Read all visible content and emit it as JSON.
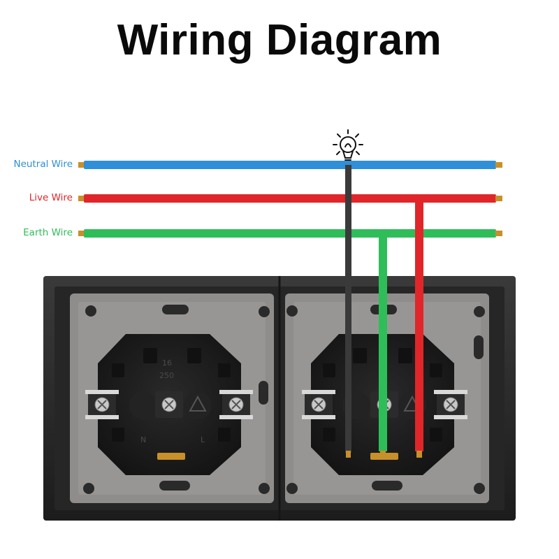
{
  "title": "Wiring Diagram",
  "wires": [
    {
      "id": "neutral",
      "label": "Neutral Wire",
      "color": "#2f8fd8"
    },
    {
      "id": "live",
      "label": "Live Wire",
      "color": "#e0262a"
    },
    {
      "id": "earth",
      "label": "Earth Wire",
      "color": "#2fbd5a"
    }
  ],
  "socket_markings": {
    "rating_top": "16",
    "rating_bottom": "250",
    "terminal_left": "N",
    "terminal_right": "L"
  },
  "colors": {
    "background": "#ffffff",
    "frame": "#2a2a2a",
    "plate": "#8f8d8b",
    "socket_body": "#1d1d1d",
    "lamp_wire": "#3a3a3a",
    "brass": "#c8902a"
  },
  "icons": [
    "light-bulb-icon"
  ]
}
